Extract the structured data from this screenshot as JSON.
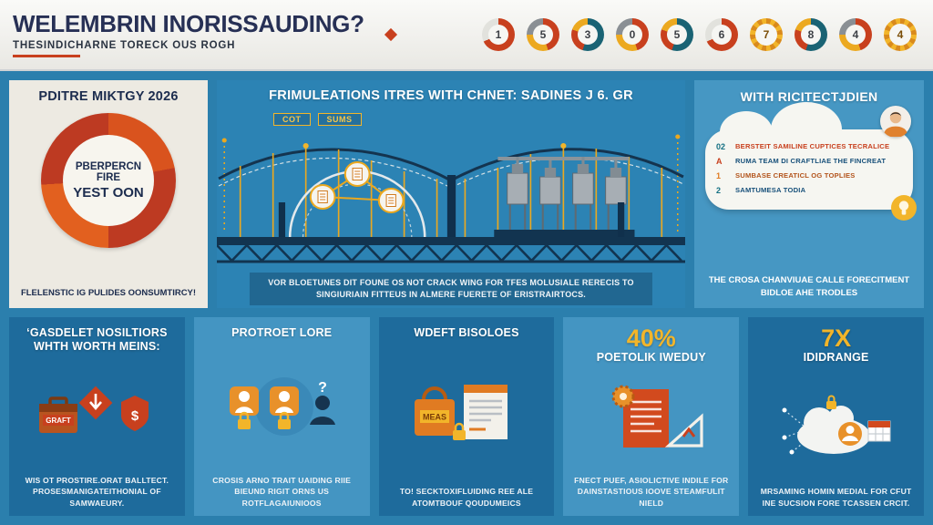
{
  "palette": {
    "background_blue": "#2b7fad",
    "panel_dark_blue": "#1e6b9c",
    "panel_light_blue": "#4697c3",
    "panel_cream": "#edeae2",
    "navy": "#1c2c4e",
    "red": "#c8401e",
    "orange": "#e07b22",
    "gold": "#f2b52a",
    "teal": "#1a6374"
  },
  "header": {
    "title": "WELEMBRIN INORISSAUDING?",
    "subtitle": "THESINDICHARNE TORECK OUS ROGH",
    "badges": [
      {
        "num": "1"
      },
      {
        "num": "5"
      },
      {
        "num": "3"
      },
      {
        "num": "0"
      },
      {
        "num": "5"
      },
      {
        "num": "6"
      },
      {
        "num": "7"
      },
      {
        "num": "8"
      },
      {
        "num": "4"
      },
      {
        "num": "4"
      }
    ]
  },
  "row1": {
    "energy": {
      "title": "PDITRE MIKTGY 2026",
      "circle_line1": "PBERPERCN FIRE",
      "circle_line2": "YEST OON",
      "footer": "FLELENSTIC IG PULIDES OONSUMTIRCY!"
    },
    "bridge": {
      "title": "FRIMULEATIONS ITRES WITH CHNET: SADINES J 6. GR",
      "tag1": "COT",
      "tag2": "SUMS",
      "caption": "VOR BLOETUNES DIT FOUNE OS NOT CRACK WING FOR TFES MOLUSIALE RERECIS TO SINGIURIAIN FITTEUS IN ALMERE FUERETE OF ERISTRAIRTOCS."
    },
    "cloud": {
      "title": "WITH RICITECTJDIEN",
      "items": [
        {
          "mark": "02",
          "text": "BERSTEIT SAMILINE CUPTICES TECRALICE"
        },
        {
          "mark": "A",
          "text": "RUMA TEAM DI CRAFTLIAE THE FINCREAT"
        },
        {
          "mark": "1",
          "text": "SUMBASE CREATICL OG TOPLIES"
        },
        {
          "mark": "2",
          "text": "SAMTUMESA TODIA"
        }
      ],
      "footer": "THE CROSA CHANVIUAE CALLE FORECITMENT BIDLOE AHE TRODLES"
    }
  },
  "row2": {
    "panels": [
      {
        "title": "‘GASDELET NOSILTIORS WHTH WORTH MEINS:",
        "badge": "GRAFT",
        "footer": "WIS OT PROSTIRE.ORAT BALLTECT. PROSESMANIGATEITHONIAL OF SAMWAEURY."
      },
      {
        "title": "PROTROET LORE",
        "footer": "CROSIS ARNO TRAIT UAIDING RIIE BIEUND RIGIT ORNS US ROTFLAGAIUNIOOS"
      },
      {
        "title": "WDEFT BISOLOES",
        "badge": "MEAS",
        "footer": "TO! SECKTOXIFLUIDING REE ALE ATOMTBOUF QOUDUMEICS"
      },
      {
        "stat": "40%",
        "title": "POETOLIK IWEDUY",
        "footer": "FNECT PUEF, ASIOLICTIVE INDILE FOR DAINSTASTIOUS IOOVE STEAMFULIT NIELD"
      },
      {
        "stat": "7X",
        "title": "IDIDRANGE",
        "footer": "MRSAMING HOMIN MEDIAL FOR CFUT INE SUCSION FORE TCASSEN CRCIT."
      }
    ]
  }
}
